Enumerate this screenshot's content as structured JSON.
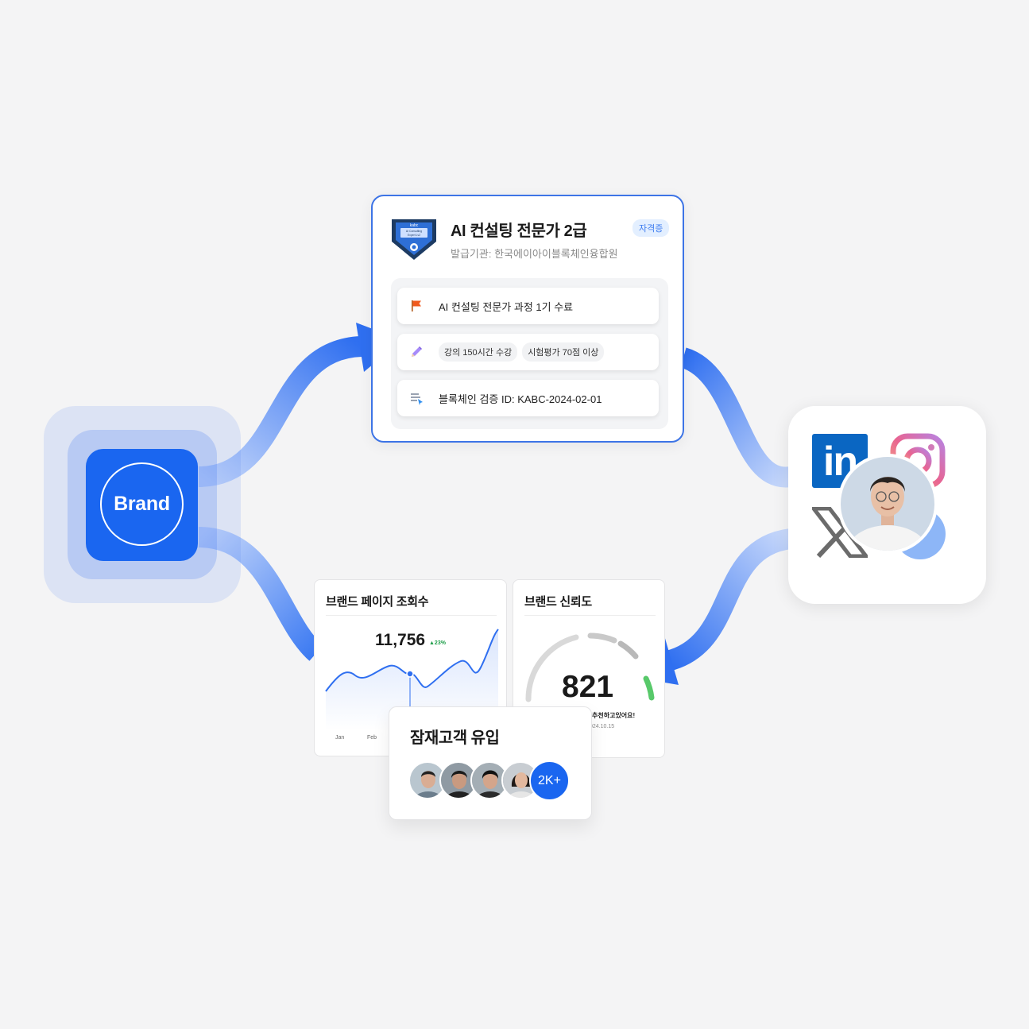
{
  "brand": {
    "label": "Brand"
  },
  "certificate": {
    "title": "AI 컨설팅 전문가 2급",
    "badge": "자격증",
    "issuer": "발급기관: 한국에이아이블록체인융합원",
    "emblem_text": "kabc AI Consulting Expert Lv2",
    "rows": [
      {
        "icon": "flag-icon",
        "text": "AI 컨설팅 전문가 과정 1기 수료"
      },
      {
        "icon": "pencil-icon",
        "pills": [
          "강의 150시간 수강",
          "시험평가 70점 이상"
        ]
      },
      {
        "icon": "document-check-icon",
        "text": "블록체인 검증 ID: KABC-2024-02-01"
      }
    ]
  },
  "social": {
    "linkedin_label": "in",
    "networks": [
      "linkedin-icon",
      "instagram-icon",
      "x-icon",
      "facebook-icon"
    ]
  },
  "page_views": {
    "title": "브랜드 페이지 조회수",
    "value": "11,756",
    "delta": "▲23%",
    "x_labels": [
      "Jan",
      "Feb"
    ]
  },
  "trust": {
    "title": "브랜드 신뢰도",
    "score": "821",
    "subtitle": "추천하고있어요!",
    "date": "024.10.15"
  },
  "leads": {
    "title": "잠재고객 유입",
    "count": "2K+"
  },
  "colors": {
    "primary": "#1a66f0",
    "linkedin": "#0a66c2",
    "positive": "#1e9e4a"
  }
}
